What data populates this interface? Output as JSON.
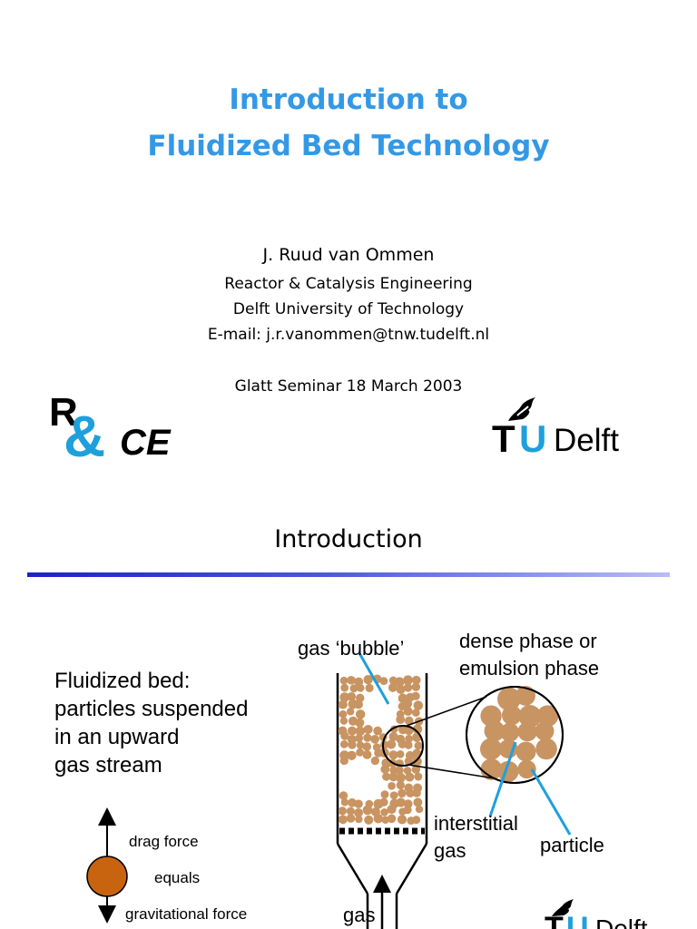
{
  "slide1": {
    "title_line1": "Introduction to",
    "title_line2": "Fluidized Bed Technology",
    "author": "J. Ruud van Ommen",
    "department": "Reactor & Catalysis Engineering",
    "university": "Delft University of Technology",
    "email": "E-mail: j.r.vanommen@tnw.tudelft.nl",
    "event": "Glatt Seminar 18 March 2003",
    "rce_logo": {
      "r": "R",
      "amp": "&",
      "ce": "CE"
    },
    "tu_logo": {
      "t": "T",
      "u": "U",
      "delft": "Delft"
    }
  },
  "slide2": {
    "title": "Introduction",
    "definition": [
      "Fluidized bed:",
      "particles suspended",
      "in an upward",
      "gas stream"
    ],
    "forces": {
      "drag": "drag force",
      "equals": "equals",
      "gravity": "gravitational force"
    },
    "labels": {
      "bubble": "gas ‘bubble’",
      "dense_line1": "dense phase or",
      "dense_line2": "emulsion phase",
      "interstitial_line1": "interstitial",
      "interstitial_line2": "gas",
      "particle": "particle",
      "gas": "gas"
    },
    "tu_logo": {
      "t": "T",
      "u": "U",
      "delft": "Delft"
    }
  },
  "colors": {
    "title_blue": "#3399e6",
    "particle_tan": "#c89462",
    "label_line_blue": "#1ea0dc",
    "ball_orange": "#c8640f",
    "tu_blue": "#1ea0dc"
  }
}
